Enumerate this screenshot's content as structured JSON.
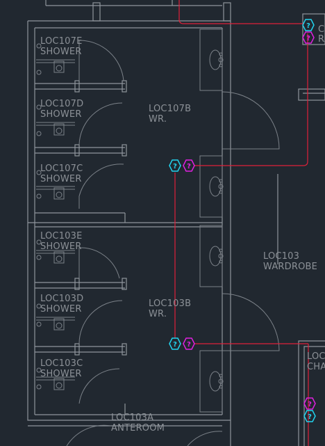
{
  "rooms": {
    "loc107e": {
      "name": "LOC107E",
      "type": "SHOWER"
    },
    "loc107d": {
      "name": "LOC107D",
      "type": "SHOWER"
    },
    "loc107c": {
      "name": "LOC107C",
      "type": "SHOWER"
    },
    "loc107b": {
      "name": "LOC107B",
      "type": "WR."
    },
    "loc103e": {
      "name": "LOC103E",
      "type": "SHOWER"
    },
    "loc103d": {
      "name": "LOC103D",
      "type": "SHOWER"
    },
    "loc103c": {
      "name": "LOC103C",
      "type": "SHOWER"
    },
    "loc103b": {
      "name": "LOC103B",
      "type": "WR."
    },
    "loc103": {
      "name": "LOC103",
      "type": "WARDROBE"
    },
    "loc103a": {
      "name": "LOC103A",
      "type": "ANTEROOM"
    },
    "edge_top_right": {
      "name": "C",
      "type": "RA"
    },
    "edge_right": {
      "name": "LOC",
      "type": "CHA"
    }
  },
  "device_tags": {
    "symbol": "?",
    "cyan_color": "#22d3ee",
    "magenta_color": "#e020e0"
  },
  "colors": {
    "background": "#212830",
    "walls": "#8f959c",
    "wiring": "#e0203a",
    "labels": "#8c9197"
  }
}
